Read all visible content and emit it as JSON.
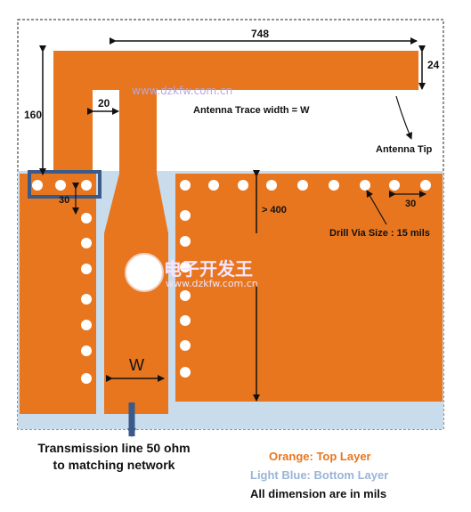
{
  "diagram": {
    "colors": {
      "top_layer": "#E8761E",
      "bottom_layer": "#C8DCEC",
      "via": "#FFFFFF",
      "outline_box": "#3A5A8A",
      "arrow": "#3A5A8A"
    },
    "dimensions": {
      "width_748": "748",
      "height_24": "24",
      "height_160": "160",
      "gap_20": "20",
      "spacing_30_left": "30",
      "spacing_30_right": "30",
      "distance_400": "> 400",
      "trace_w": "W"
    },
    "annotations": {
      "trace_width": "Antenna Trace width = W",
      "antenna_tip": "Antenna Tip",
      "drill_via": "Drill Via Size : 15 mils"
    },
    "caption": {
      "line1": "Transmission line 50 ohm",
      "line2": "to matching network"
    },
    "legend": {
      "orange": "Orange: Top Layer",
      "blue": "Light Blue: Bottom Layer",
      "dims": "All dimension are in mils"
    },
    "watermarks": {
      "url_top": "www.dzkfw.com.cn",
      "logo_text": "电子开发王",
      "url_mid": "www.dzkfw.com.cn"
    }
  }
}
